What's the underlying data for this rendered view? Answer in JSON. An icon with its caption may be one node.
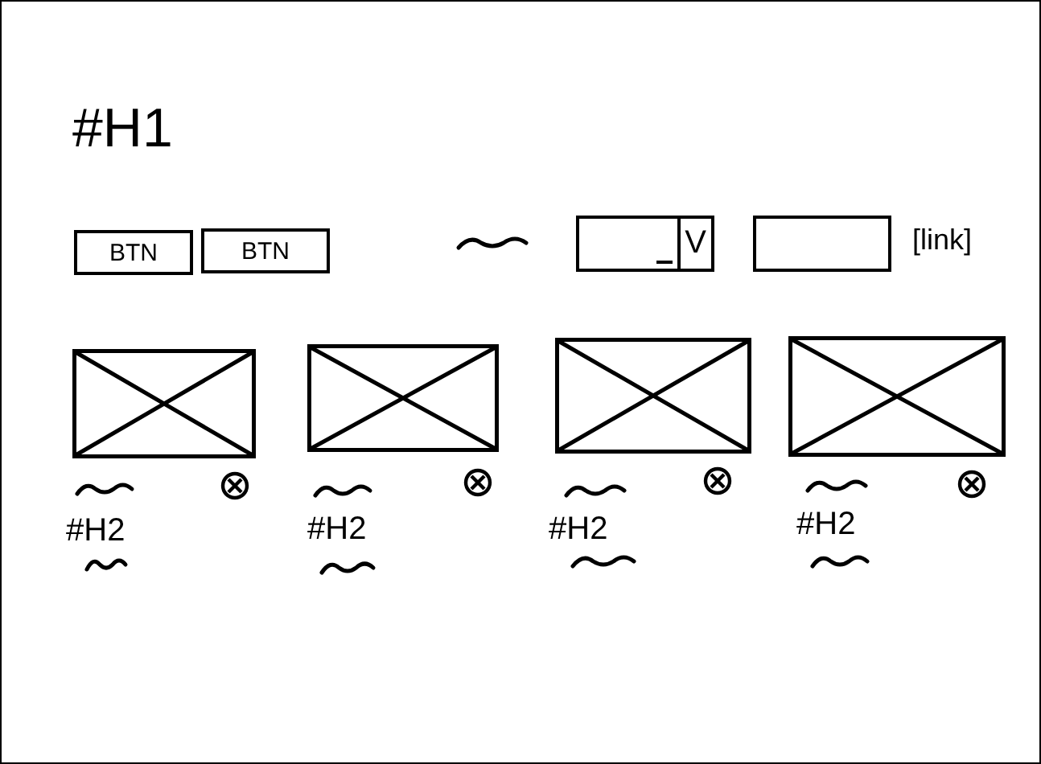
{
  "diagram": {
    "nodes": [
      {
        "text": [
          "BTN"
        ]
      },
      {
        "text": [
          "BTN"
        ]
      },
      {
        "text": [
          "V"
        ]
      },
      {
        "text": [],
        "shape": "box"
      },
      {
        "text": [],
        "shape": "placeholder"
      },
      {
        "text": [],
        "shape": "placeholder"
      },
      {
        "text": [],
        "shape": "placeholder"
      },
      {
        "text": [],
        "shape": "placeholder"
      }
    ],
    "edges": [],
    "labels": [
      "#H1",
      "[link]",
      "#H2",
      "#H2",
      "#H2",
      "#H2"
    ]
  }
}
